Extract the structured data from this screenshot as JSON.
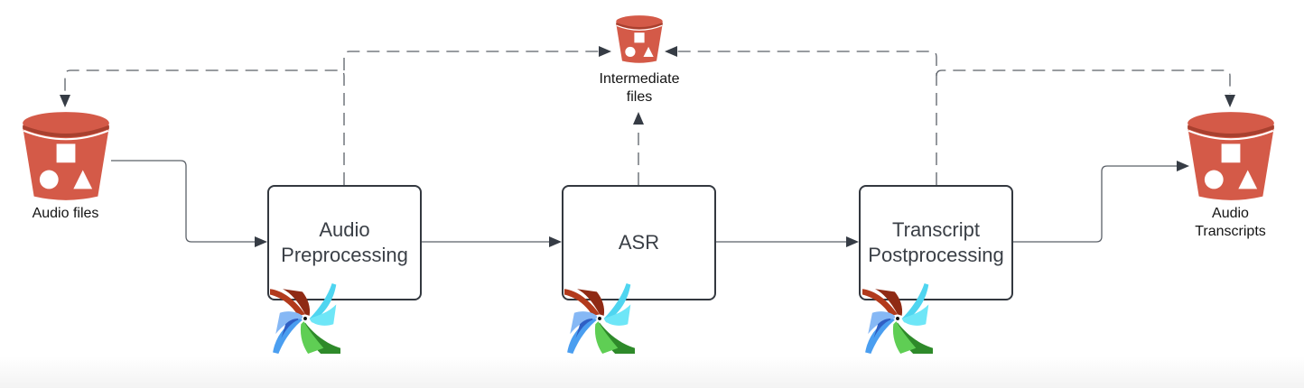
{
  "diagram": {
    "title": "Audio transcription pipeline",
    "colors": {
      "bucket": "#d45a48",
      "bucket_dark": "#a8402f",
      "stroke": "#5b6068",
      "arrowhead": "#363c45",
      "box_border": "#33383f",
      "box_text": "#3a3f46"
    },
    "storage": [
      {
        "id": "audio-files",
        "label": "Audio files",
        "icon": "s3-bucket-icon"
      },
      {
        "id": "intermediate-files",
        "label": "Intermediate\nfiles",
        "icon": "s3-bucket-icon"
      },
      {
        "id": "audio-transcripts",
        "label": "Audio\nTranscripts",
        "icon": "s3-bucket-icon"
      }
    ],
    "processes": [
      {
        "id": "audio-preprocessing",
        "label": "Audio\nPreprocessing",
        "icon": "airflow-pinwheel-icon"
      },
      {
        "id": "asr",
        "label": "ASR",
        "icon": "airflow-pinwheel-icon"
      },
      {
        "id": "transcript-postprocessing",
        "label": "Transcript\nPostprocessing",
        "icon": "airflow-pinwheel-icon"
      }
    ],
    "edges": [
      {
        "from": "audio-files",
        "to": "audio-preprocessing",
        "style": "solid"
      },
      {
        "from": "audio-preprocessing",
        "to": "asr",
        "style": "solid"
      },
      {
        "from": "asr",
        "to": "transcript-postprocessing",
        "style": "solid"
      },
      {
        "from": "transcript-postprocessing",
        "to": "audio-transcripts",
        "style": "solid"
      },
      {
        "from": "audio-preprocessing",
        "to": "audio-files",
        "style": "dashed"
      },
      {
        "from": "audio-preprocessing",
        "to": "intermediate-files",
        "style": "dashed"
      },
      {
        "from": "asr",
        "to": "intermediate-files",
        "style": "dashed"
      },
      {
        "from": "transcript-postprocessing",
        "to": "intermediate-files",
        "style": "dashed"
      },
      {
        "from": "transcript-postprocessing",
        "to": "audio-transcripts",
        "style": "dashed"
      }
    ]
  }
}
